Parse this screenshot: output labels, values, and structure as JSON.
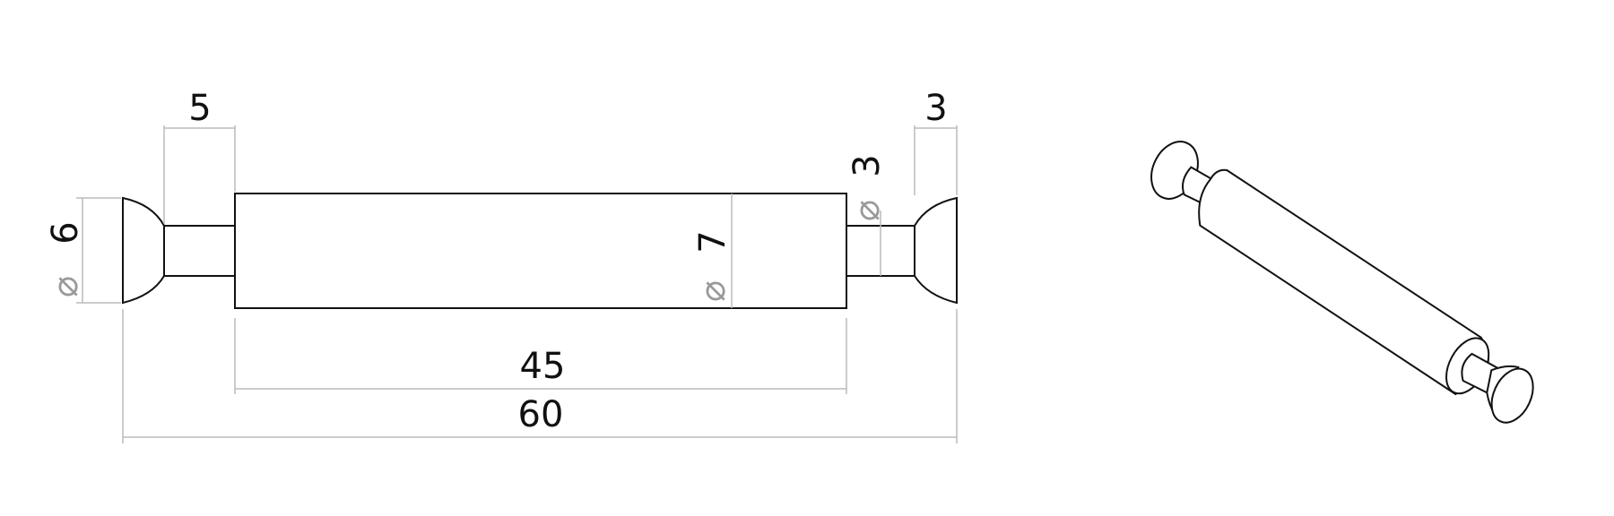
{
  "dimensions": {
    "left_neck_length": "5",
    "right_head_length": "3",
    "head_diameter_symbol": "⌀",
    "head_diameter": "6",
    "neck_diameter_symbol": "⌀",
    "neck_diameter": "3",
    "body_diameter_symbol": "⌀",
    "body_diameter": "7",
    "body_length": "45",
    "total_length": "60"
  },
  "colors": {
    "line": "#111111",
    "dimension_line": "#bbbbbb"
  }
}
